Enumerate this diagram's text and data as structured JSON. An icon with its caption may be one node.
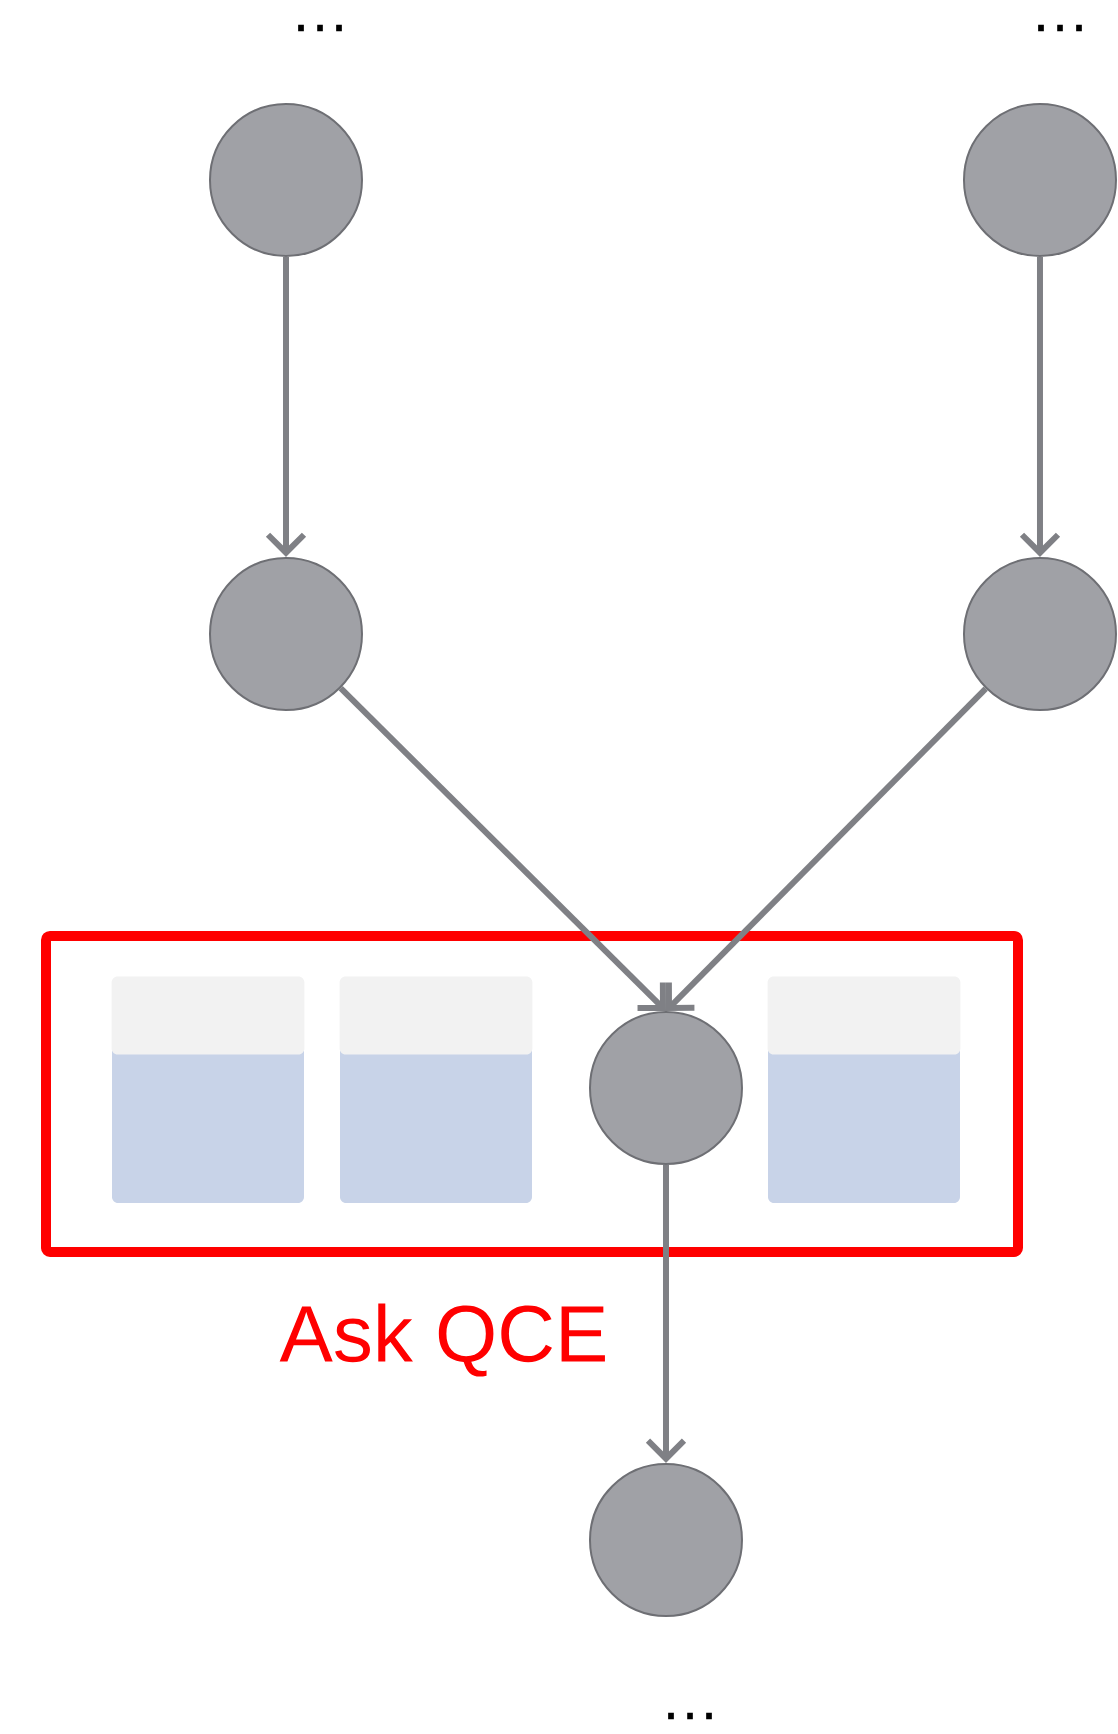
{
  "diagram": {
    "nodes": [
      {
        "text": [],
        "shape": "circle"
      },
      {
        "text": [],
        "shape": "circle"
      },
      {
        "text": [],
        "shape": "circle"
      },
      {
        "text": [],
        "shape": "circle"
      },
      {
        "text": [
          "Ask QCE"
        ]
      },
      {
        "text": [],
        "shape": "box",
        "in": 4
      },
      {
        "text": [],
        "shape": "box",
        "in": 4
      },
      {
        "text": [],
        "shape": "circle",
        "in": 4
      },
      {
        "text": [],
        "shape": "box",
        "in": 4
      },
      {
        "text": [],
        "shape": "circle"
      }
    ],
    "edges": [
      {
        "from": 0,
        "to": 2,
        "arrow": "to"
      },
      {
        "from": 1,
        "to": 3,
        "arrow": "to"
      },
      {
        "from": 2,
        "to": 7,
        "arrow": "to"
      },
      {
        "from": 3,
        "to": 7,
        "arrow": "to"
      },
      {
        "from": 7,
        "to": 9,
        "arrow": "to"
      }
    ],
    "labels": [
      "…",
      "…",
      "…"
    ]
  }
}
